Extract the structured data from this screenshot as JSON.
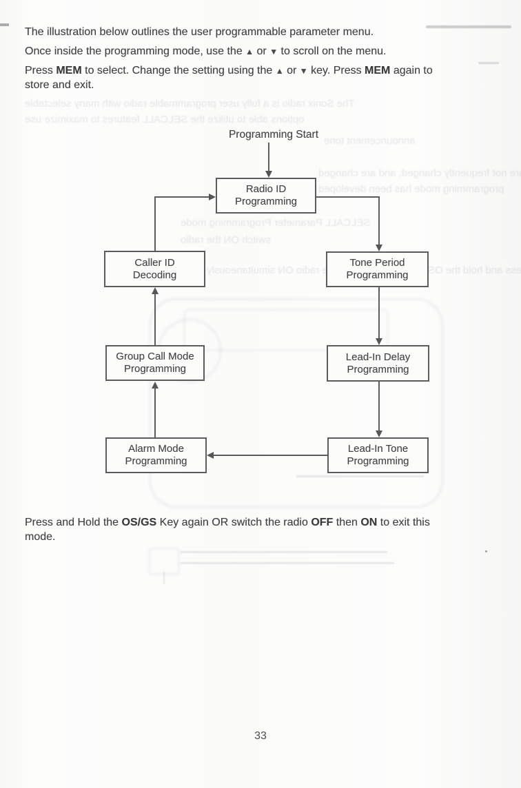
{
  "document": {
    "page_number": "33"
  },
  "intro": {
    "p1": "The illustration below outlines the user programmable parameter menu.",
    "p2": {
      "t1": "Once inside the programming mode, use the ",
      "up_arrow": "▲",
      "t2": " or ",
      "down_arrow": "▼",
      "t3": " to scroll on the menu."
    },
    "p3": {
      "t1": "Press ",
      "b1": "MEM",
      "t2": " to select. Change the setting using the ",
      "up_arrow": "▲",
      "t3": " or ",
      "down_arrow": "▼",
      "t4": " key. Press ",
      "b2": "MEM",
      "t5": " again to",
      "line2": "store and exit."
    }
  },
  "flowchart": {
    "start_label": "Programming Start",
    "boxes": {
      "radio_id": {
        "line1": "Radio ID",
        "line2": "Programming"
      },
      "tone_period": {
        "line1": "Tone Period",
        "line2": "Programming"
      },
      "caller_id": {
        "line1": "Caller ID",
        "line2": "Decoding"
      },
      "lead_in_delay": {
        "line1": "Lead-In Delay",
        "line2": "Programming"
      },
      "group_call_mode": {
        "line1": "Group Call Mode",
        "line2": "Programming"
      },
      "lead_in_tone": {
        "line1": "Lead-In Tone",
        "line2": "Programming"
      },
      "alarm_mode": {
        "line1": "Alarm Mode",
        "line2": "Programming"
      }
    },
    "flow_sequence": [
      "Programming Start",
      "Radio ID Programming",
      "Tone Period Programming",
      "Lead-In Delay Programming",
      "Lead-In Tone Programming",
      "Alarm Mode Programming",
      "Group Call Mode Programming",
      "Caller ID Decoding",
      "Radio ID Programming"
    ]
  },
  "footer": {
    "t1": "Press and Hold the ",
    "b1": "OS/GS",
    "t2": " Key again OR switch the radio ",
    "b2": "OFF",
    "t3": " then ",
    "b3": "ON",
    "t4": " to exit this",
    "line2": "mode."
  },
  "colors": {
    "ink": "#424245",
    "diagram_line": "#5b5b5d",
    "paper": "#fcfcfb"
  },
  "artifacts": {
    "note": "faint illegible ink bleed-through from reverse side of scanned page",
    "ghost_fragments": [
      "The Sonix radio is a fully user programmable radio with many selectable",
      "options able to utilize the SELCALL features to maximize use",
      "announcement tone",
      "settings are not frequently changed, and are changed",
      "programming mode has been developed",
      "SELCALL Parameter Programming mode",
      "switch ON the radio",
      "Press and hold the OS/GS key and switch the radio ON simultaneously"
    ]
  }
}
